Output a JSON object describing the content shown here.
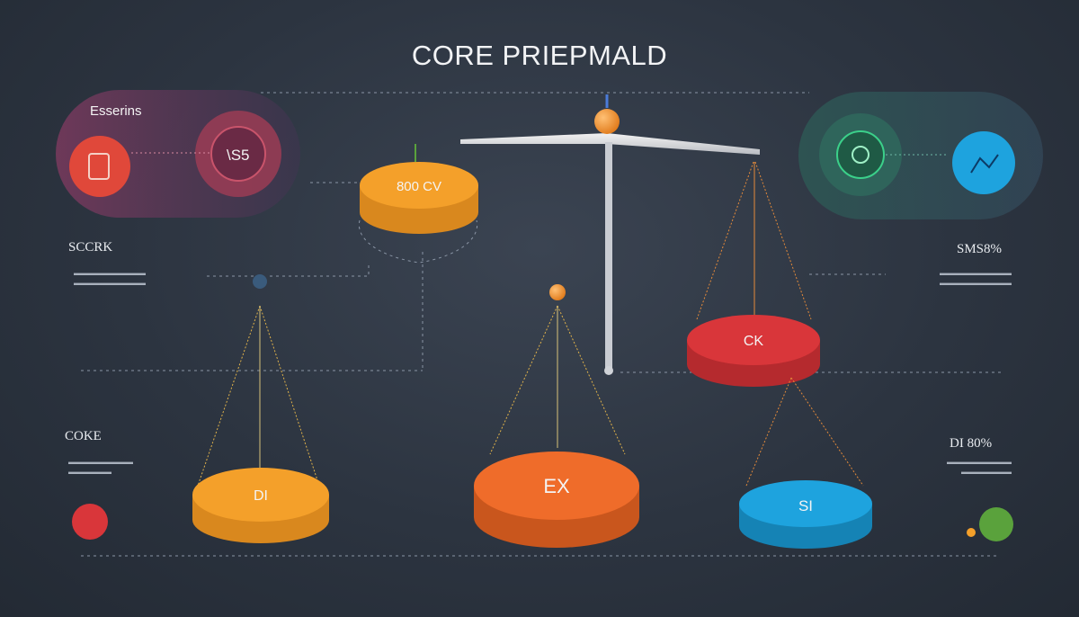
{
  "title": "CORE PRIEPMALD",
  "left_panel": {
    "label": "Esserins",
    "center_text": "\\S5"
  },
  "right_panel": {
    "icon_a": "target-icon",
    "icon_b": "chart-icon"
  },
  "left_labels": {
    "top": "SCCRK",
    "bottom": "COKE"
  },
  "right_labels": {
    "top": "SMS8%",
    "bottom": "DI 80%"
  },
  "pans": {
    "top_left": "800 CV",
    "top_right": "CK",
    "bottom_left": "DI",
    "bottom_center": "EX",
    "bottom_right": "SI"
  },
  "colors": {
    "orange": "#f4a02a",
    "deep_orange": "#ef6c2a",
    "red": "#d9363a",
    "blue": "#1ea3de",
    "green": "#5aa23c",
    "purple": "#7b3b5c"
  }
}
